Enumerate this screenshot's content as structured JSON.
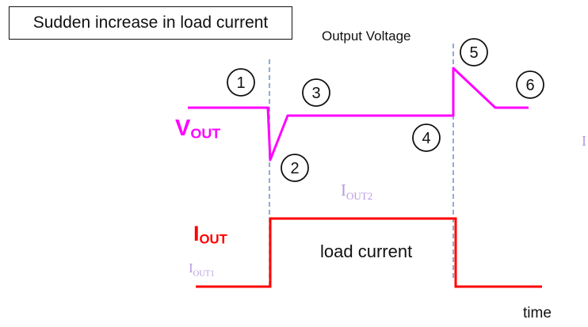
{
  "title": "Sudden increase in load current",
  "labels": {
    "vout": "V",
    "vout_sub": "OUT",
    "iout": "I",
    "iout_sub": "OUT",
    "iout1": "I",
    "iout1_sub": "OUT1",
    "iout2": "I",
    "iout2_sub": "OUT2",
    "output_voltage": "Output Voltage",
    "load_current": "load current",
    "time": "time",
    "edge_mark": "I"
  },
  "markers": [
    "1",
    "2",
    "3",
    "4",
    "5",
    "6"
  ],
  "colors": {
    "voltage": "#ff00ff",
    "current": "#ff0000",
    "guide": "#6a8fc0",
    "faint_label": "#b89ae0"
  }
}
